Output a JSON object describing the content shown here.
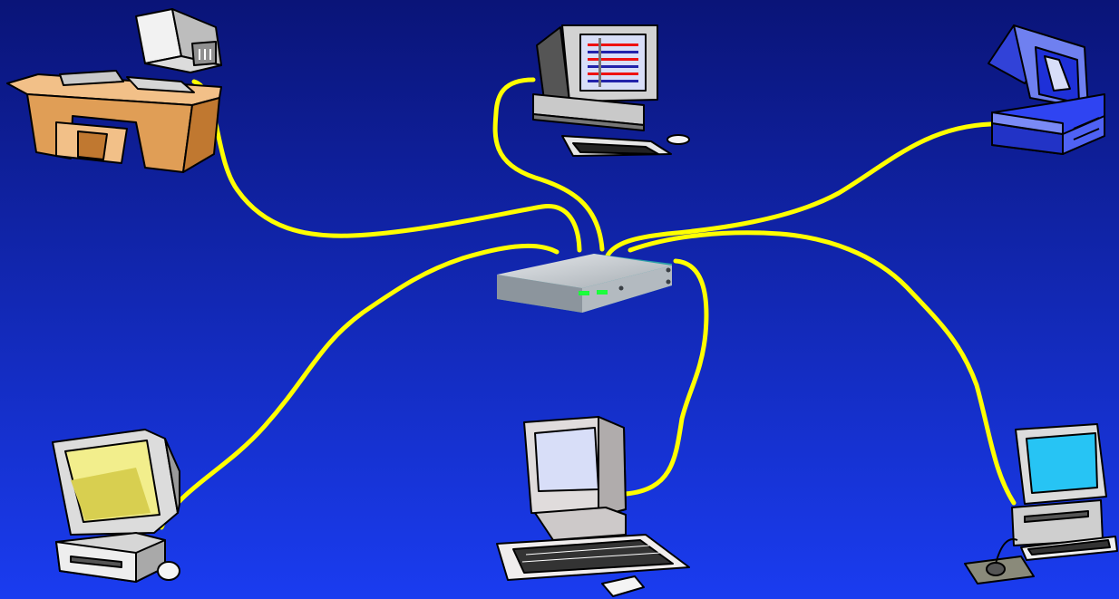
{
  "diagram": {
    "type": "network-hub-topology",
    "background_gradient": [
      "#0a1478",
      "#1a3cf0"
    ],
    "cable_color": "#ffff00",
    "hub": {
      "icon": "network-hub-icon",
      "led_color": "#1cff3c"
    },
    "devices": [
      {
        "id": "desk-computer",
        "icon": "desk-computer-icon",
        "position": "top-left"
      },
      {
        "id": "monitor-keyboard-computer",
        "icon": "monitor-with-keyboard-icon",
        "position": "top-center"
      },
      {
        "id": "blue-workstation",
        "icon": "blue-workstation-icon",
        "position": "top-right"
      },
      {
        "id": "yellow-screen-computer",
        "icon": "yellow-screen-computer-icon",
        "position": "bottom-left"
      },
      {
        "id": "tower-computer",
        "icon": "tower-computer-icon",
        "position": "bottom-center"
      },
      {
        "id": "cyan-screen-computer",
        "icon": "cyan-screen-computer-icon",
        "position": "bottom-right"
      }
    ],
    "screen_colors": {
      "yellow": "#f2ee8c",
      "cyan": "#27c4f4",
      "blue": "#2f44f2",
      "lavender": "#d8def8"
    }
  }
}
